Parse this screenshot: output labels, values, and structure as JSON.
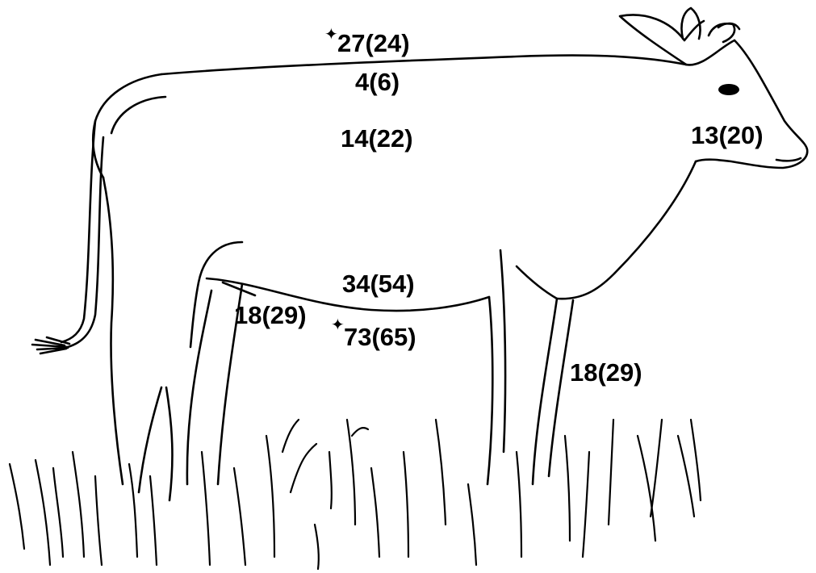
{
  "labels": {
    "back": "27(24)",
    "back_upper": "4(6)",
    "flank": "14(22)",
    "head": "13(20)",
    "belly_line": "34(54)",
    "hind_leg": "18(29)",
    "belly": "73(65)",
    "fore_leg": "18(29)"
  },
  "markers": {
    "star": "✦"
  },
  "colors": {
    "ink": "#000000",
    "background": "#ffffff"
  }
}
